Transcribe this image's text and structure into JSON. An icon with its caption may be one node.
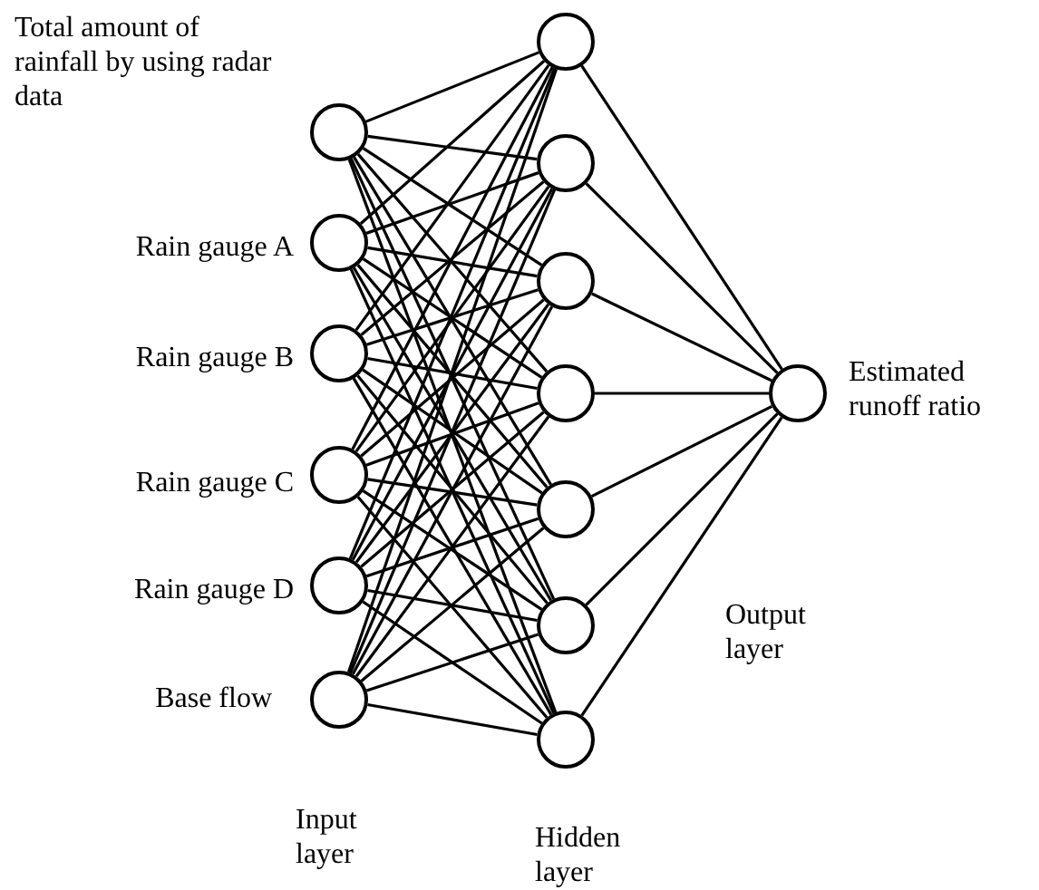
{
  "diagram": {
    "nodes": [
      {
        "text": [],
        "shape": "circle",
        "beside": [
          "Total amount of rainfall by using radar data"
        ]
      },
      {
        "text": [],
        "shape": "circle",
        "beside": [
          "Rain gauge A"
        ]
      },
      {
        "text": [],
        "shape": "circle",
        "beside": [
          "Rain gauge B"
        ]
      },
      {
        "text": [],
        "shape": "circle",
        "beside": [
          "Rain gauge C"
        ]
      },
      {
        "text": [],
        "shape": "circle",
        "beside": [
          "Rain gauge D"
        ]
      },
      {
        "text": [],
        "shape": "circle",
        "beside": [
          "Base flow"
        ]
      },
      {
        "text": [],
        "shape": "circle"
      },
      {
        "text": [],
        "shape": "circle"
      },
      {
        "text": [],
        "shape": "circle"
      },
      {
        "text": [],
        "shape": "circle"
      },
      {
        "text": [],
        "shape": "circle"
      },
      {
        "text": [],
        "shape": "circle"
      },
      {
        "text": [],
        "shape": "circle"
      },
      {
        "text": [],
        "shape": "circle",
        "beside": [
          "Estimated runoff ratio"
        ]
      }
    ],
    "edges": [
      {
        "from": 0,
        "to": 6,
        "arrow": "none"
      },
      {
        "from": 0,
        "to": 7,
        "arrow": "none"
      },
      {
        "from": 0,
        "to": 8,
        "arrow": "none"
      },
      {
        "from": 0,
        "to": 9,
        "arrow": "none"
      },
      {
        "from": 0,
        "to": 10,
        "arrow": "none"
      },
      {
        "from": 0,
        "to": 11,
        "arrow": "none"
      },
      {
        "from": 0,
        "to": 12,
        "arrow": "none"
      },
      {
        "from": 1,
        "to": 6,
        "arrow": "none"
      },
      {
        "from": 1,
        "to": 7,
        "arrow": "none"
      },
      {
        "from": 1,
        "to": 8,
        "arrow": "none"
      },
      {
        "from": 1,
        "to": 9,
        "arrow": "none"
      },
      {
        "from": 1,
        "to": 10,
        "arrow": "none"
      },
      {
        "from": 1,
        "to": 11,
        "arrow": "none"
      },
      {
        "from": 1,
        "to": 12,
        "arrow": "none"
      },
      {
        "from": 2,
        "to": 6,
        "arrow": "none"
      },
      {
        "from": 2,
        "to": 7,
        "arrow": "none"
      },
      {
        "from": 2,
        "to": 8,
        "arrow": "none"
      },
      {
        "from": 2,
        "to": 9,
        "arrow": "none"
      },
      {
        "from": 2,
        "to": 10,
        "arrow": "none"
      },
      {
        "from": 2,
        "to": 11,
        "arrow": "none"
      },
      {
        "from": 2,
        "to": 12,
        "arrow": "none"
      },
      {
        "from": 3,
        "to": 6,
        "arrow": "none"
      },
      {
        "from": 3,
        "to": 7,
        "arrow": "none"
      },
      {
        "from": 3,
        "to": 8,
        "arrow": "none"
      },
      {
        "from": 3,
        "to": 9,
        "arrow": "none"
      },
      {
        "from": 3,
        "to": 10,
        "arrow": "none"
      },
      {
        "from": 3,
        "to": 11,
        "arrow": "none"
      },
      {
        "from": 3,
        "to": 12,
        "arrow": "none"
      },
      {
        "from": 4,
        "to": 6,
        "arrow": "none"
      },
      {
        "from": 4,
        "to": 7,
        "arrow": "none"
      },
      {
        "from": 4,
        "to": 8,
        "arrow": "none"
      },
      {
        "from": 4,
        "to": 9,
        "arrow": "none"
      },
      {
        "from": 4,
        "to": 10,
        "arrow": "none"
      },
      {
        "from": 4,
        "to": 11,
        "arrow": "none"
      },
      {
        "from": 4,
        "to": 12,
        "arrow": "none"
      },
      {
        "from": 5,
        "to": 6,
        "arrow": "none"
      },
      {
        "from": 5,
        "to": 7,
        "arrow": "none"
      },
      {
        "from": 5,
        "to": 8,
        "arrow": "none"
      },
      {
        "from": 5,
        "to": 9,
        "arrow": "none"
      },
      {
        "from": 5,
        "to": 10,
        "arrow": "none"
      },
      {
        "from": 5,
        "to": 11,
        "arrow": "none"
      },
      {
        "from": 5,
        "to": 12,
        "arrow": "none"
      },
      {
        "from": 6,
        "to": 13,
        "arrow": "none"
      },
      {
        "from": 7,
        "to": 13,
        "arrow": "none"
      },
      {
        "from": 8,
        "to": 13,
        "arrow": "none"
      },
      {
        "from": 9,
        "to": 13,
        "arrow": "none"
      },
      {
        "from": 10,
        "to": 13,
        "arrow": "none"
      },
      {
        "from": 11,
        "to": 13,
        "arrow": "none"
      },
      {
        "from": 12,
        "to": 13,
        "arrow": "none"
      }
    ],
    "labels": [
      "Output layer",
      "Input layer",
      "Hidden layer"
    ]
  }
}
